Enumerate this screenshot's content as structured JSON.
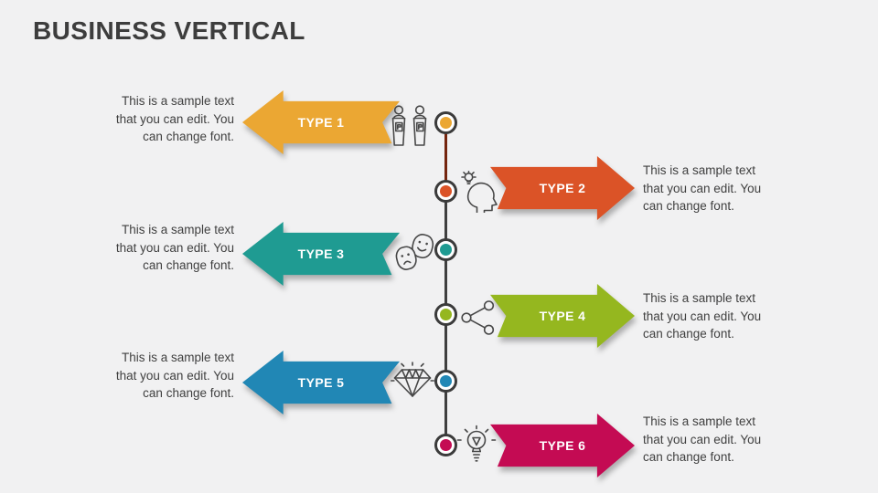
{
  "slide": {
    "title": "BUSINESS VERTICAL"
  },
  "colors": {
    "background": "#f1f1f2",
    "title": "#3d3d3d",
    "body_text": "#3f3f3f",
    "timeline_line": "#3f3f3f",
    "timeline_first_segment": "#74250e",
    "node_ring": "#3b3b3b",
    "arrow_label_text": "#ffffff"
  },
  "timeline": {
    "rows": [
      {
        "label": "TYPE 1",
        "side": "left",
        "color": "#eba733",
        "icon": "debate-podiums-icon",
        "description_lines": [
          "This is a sample text",
          "that you can edit. You",
          "can change font."
        ]
      },
      {
        "label": "TYPE 2",
        "side": "right",
        "color": "#db5327",
        "icon": "idea-head-icon",
        "description_lines": [
          "This is a sample text",
          "that you can edit. You",
          "can change font."
        ]
      },
      {
        "label": "TYPE 3",
        "side": "left",
        "color": "#1f9b92",
        "icon": "theater-masks-icon",
        "description_lines": [
          "This is a sample text",
          "that you can edit. You",
          "can change font."
        ]
      },
      {
        "label": "TYPE 4",
        "side": "right",
        "color": "#95b71f",
        "icon": "share-network-icon",
        "description_lines": [
          "This is a sample text",
          "that you can edit. You",
          "can change font."
        ]
      },
      {
        "label": "TYPE 5",
        "side": "left",
        "color": "#2187b5",
        "icon": "diamond-icon",
        "description_lines": [
          "This is a sample text",
          "that you can edit. You",
          "can change font."
        ]
      },
      {
        "label": "TYPE 6",
        "side": "right",
        "color": "#c40b53",
        "icon": "lightbulb-icon",
        "description_lines": [
          "This is a sample text",
          "that you can edit. You",
          "can change font."
        ]
      }
    ]
  }
}
